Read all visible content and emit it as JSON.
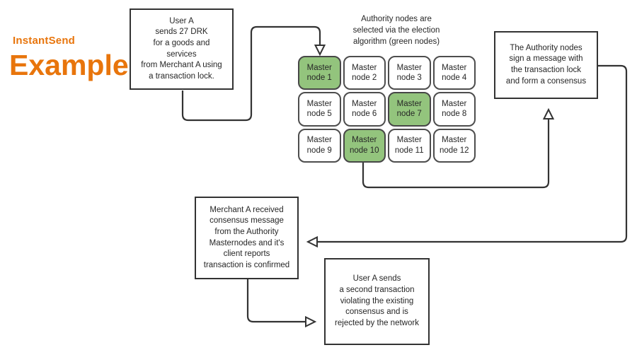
{
  "colors": {
    "accent_orange": "#e8750c",
    "node_green": "#93c47d",
    "line": "#333333"
  },
  "logo": {
    "brand": "InstantSend",
    "title": "Example"
  },
  "caption": {
    "text": "Authority nodes are\nselected via the election\nalgorithm (green nodes)"
  },
  "boxes": {
    "user_send": {
      "text": "User A\nsends 27 DRK\nfor a goods and\nservices\nfrom Merchant A using\na transaction lock."
    },
    "authority_sign": {
      "text": "The Authority nodes\nsign a message with\nthe transaction lock\nand form a consensus"
    },
    "merchant_confirm": {
      "text": "Merchant A received\nconsensus message\nfrom the Authority\nMasternodes and it's\nclient reports\ntransaction is confirmed"
    },
    "second_tx": {
      "text": "User A sends\na second transaction\nviolating the existing\nconsensus and is\nrejected by the network"
    }
  },
  "grid": {
    "nodes": [
      {
        "label": "Master\nnode 1",
        "green": true
      },
      {
        "label": "Master\nnode 2",
        "green": false
      },
      {
        "label": "Master\nnode 3",
        "green": false
      },
      {
        "label": "Master\nnode 4",
        "green": false
      },
      {
        "label": "Master\nnode 5",
        "green": false
      },
      {
        "label": "Master\nnode 6",
        "green": false
      },
      {
        "label": "Master\nnode 7",
        "green": true
      },
      {
        "label": "Master\nnode 8",
        "green": false
      },
      {
        "label": "Master\nnode 9",
        "green": false
      },
      {
        "label": "Master\nnode 10",
        "green": true
      },
      {
        "label": "Master\nnode 11",
        "green": false
      },
      {
        "label": "Master\nnode 12",
        "green": false
      }
    ]
  }
}
